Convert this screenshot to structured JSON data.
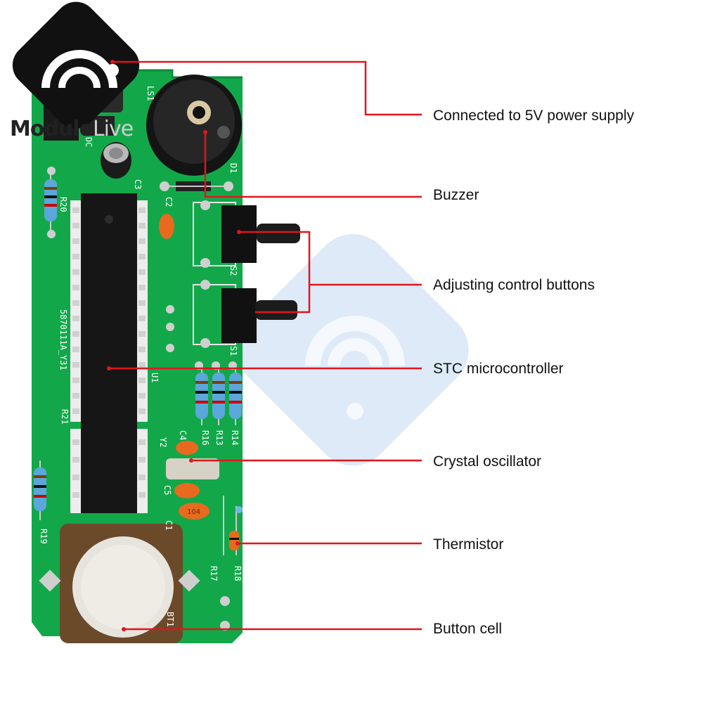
{
  "brand": {
    "name_dark": "Module",
    "name_light": "Live"
  },
  "callouts": [
    {
      "id": "power",
      "label": "Connected to 5V power supply"
    },
    {
      "id": "buzzer",
      "label": "Buzzer"
    },
    {
      "id": "buttons",
      "label": "Adjusting control buttons"
    },
    {
      "id": "mcu",
      "label": "STC microcontroller"
    },
    {
      "id": "crystal",
      "label": "Crystal oscillator"
    },
    {
      "id": "thermistor",
      "label": "Thermistor"
    },
    {
      "id": "battery",
      "label": "Button cell"
    }
  ],
  "silkscreen": {
    "ls1": "LS1",
    "dc": "DC",
    "d1": "D1",
    "c3": "C3",
    "c2": "C2",
    "r20": "R20",
    "s2": "S2",
    "s1": "S1",
    "u1": "U1",
    "chip_marking": "5870111A_Y31",
    "r21": "R21",
    "r14": "R14",
    "r13": "R13",
    "r16": "R16",
    "c4": "C4",
    "y2": "Y2",
    "c5": "C5",
    "c1": "C1",
    "r19": "R19",
    "r17": "R17",
    "r18": "R18",
    "bt1": "BT1",
    "cap_code": "104"
  },
  "colors": {
    "pcb": "#12a84a",
    "callout_line": "#e0161b",
    "watermark": "#dbe8f7"
  }
}
